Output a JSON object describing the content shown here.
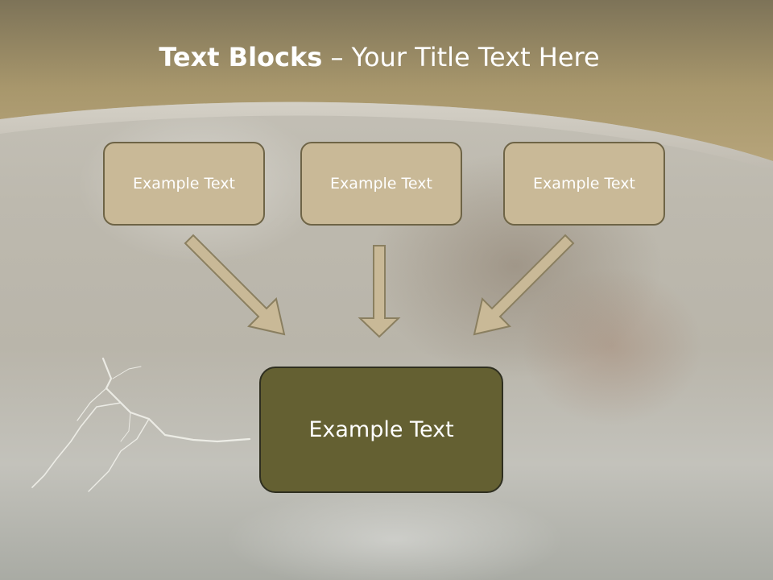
{
  "slide": {
    "title_bold": "Text Blocks",
    "title_separator": " – ",
    "title_rest": "Your Title Text Here"
  },
  "blocks": {
    "top": [
      {
        "label": "Example Text"
      },
      {
        "label": "Example Text"
      },
      {
        "label": "Example Text"
      }
    ],
    "bottom": {
      "label": "Example Text"
    }
  },
  "colors": {
    "header_band": "#b19f74",
    "small_box_fill": "#c9b997",
    "small_box_border": "#6e6446",
    "big_box_fill": "#646032",
    "arrow_fill": "#c9b997",
    "arrow_stroke": "#8a7f60"
  }
}
